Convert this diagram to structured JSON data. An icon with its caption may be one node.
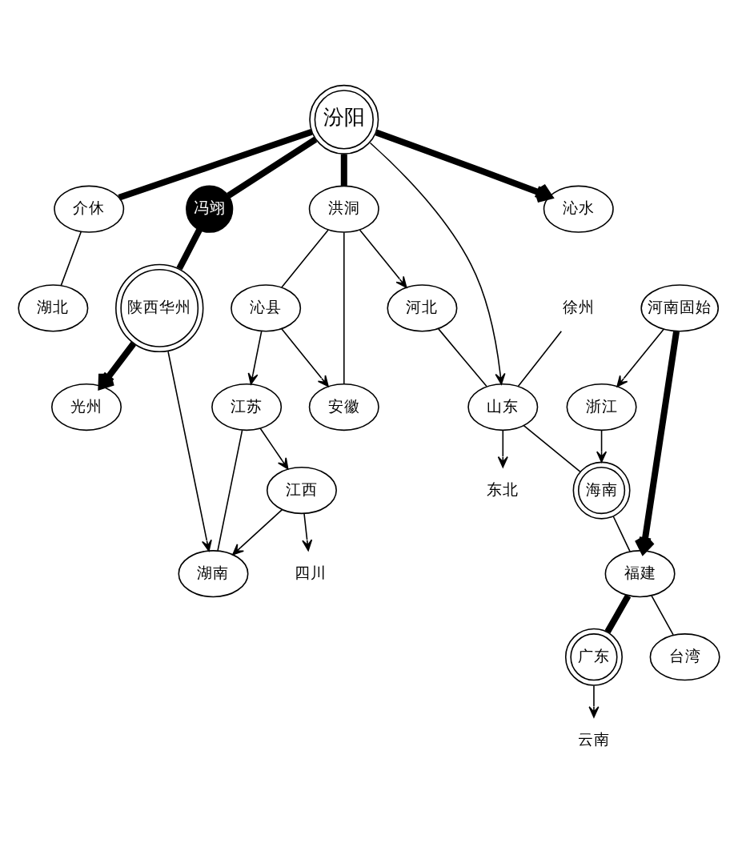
{
  "diagram": {
    "nodes": [
      {
        "text": [
          "汾阳"
        ]
      },
      {
        "text": [
          "介休"
        ]
      },
      {
        "text": [
          "洪洞"
        ]
      },
      {
        "text": [
          "沁县"
        ]
      },
      {
        "text": [
          "沁水"
        ]
      },
      {
        "text": [
          "河北"
        ]
      },
      {
        "text": [
          "山东"
        ]
      },
      {
        "text": [
          "东北"
        ]
      },
      {
        "text": [
          "徐州"
        ]
      },
      {
        "text": [
          "冯翊"
        ]
      },
      {
        "text": [
          "陕西华州"
        ]
      },
      {
        "text": [
          "光州"
        ]
      },
      {
        "text": [
          "河南固始"
        ]
      },
      {
        "text": [
          "江苏"
        ]
      },
      {
        "text": [
          "四川"
        ]
      },
      {
        "text": [
          "湖北"
        ]
      },
      {
        "text": [
          "安徽"
        ]
      },
      {
        "text": [
          "浙江"
        ]
      },
      {
        "text": [
          "湖南"
        ]
      },
      {
        "text": [
          "江西"
        ]
      },
      {
        "text": [
          "云南"
        ]
      },
      {
        "text": [
          "广东"
        ]
      },
      {
        "text": [
          "福建"
        ]
      },
      {
        "text": [
          "台湾"
        ]
      },
      {
        "text": [
          "海南"
        ]
      }
    ],
    "edges": [
      {
        "from": 0,
        "to": 6,
        "arrow": "to"
      },
      {
        "from": 0,
        "to": 1,
        "arrow": "none",
        "style": "thick"
      },
      {
        "from": 0,
        "to": 2,
        "arrow": "none",
        "style": "thick"
      },
      {
        "from": 0,
        "to": 4,
        "arrow": "to",
        "style": "thick"
      },
      {
        "from": 0,
        "to": 9,
        "arrow": "none",
        "style": "thick"
      },
      {
        "from": 9,
        "to": 10,
        "arrow": "none",
        "style": "thick"
      },
      {
        "from": 10,
        "to": 11,
        "arrow": "to",
        "style": "thick"
      },
      {
        "from": 10,
        "to": 18,
        "arrow": "to"
      },
      {
        "from": 2,
        "to": 5,
        "arrow": "to"
      },
      {
        "from": 5,
        "to": 6,
        "arrow": "none"
      },
      {
        "from": 2,
        "to": 3,
        "arrow": "none"
      },
      {
        "from": 1,
        "to": 15,
        "arrow": "none"
      },
      {
        "from": 2,
        "to": 16,
        "arrow": "none"
      },
      {
        "from": 3,
        "to": 13,
        "arrow": "to"
      },
      {
        "from": 3,
        "to": 16,
        "arrow": "to"
      },
      {
        "from": 8,
        "to": 6,
        "arrow": "none"
      },
      {
        "from": 6,
        "to": 7,
        "arrow": "to"
      },
      {
        "from": 6,
        "to": 24,
        "arrow": "none"
      },
      {
        "from": 13,
        "to": 19,
        "arrow": "to"
      },
      {
        "from": 13,
        "to": 18,
        "arrow": "none"
      },
      {
        "from": 12,
        "to": 17,
        "arrow": "to"
      },
      {
        "from": 12,
        "to": 22,
        "arrow": "to",
        "style": "thick"
      },
      {
        "from": 17,
        "to": 24,
        "arrow": "to"
      },
      {
        "from": 19,
        "to": 18,
        "arrow": "to"
      },
      {
        "from": 19,
        "to": 14,
        "arrow": "to"
      },
      {
        "from": 21,
        "to": 20,
        "arrow": "to"
      },
      {
        "from": 22,
        "to": 21,
        "arrow": "none",
        "style": "thick"
      },
      {
        "from": 22,
        "to": 23,
        "arrow": "none"
      },
      {
        "from": 24,
        "to": 22,
        "arrow": "none"
      }
    ]
  }
}
